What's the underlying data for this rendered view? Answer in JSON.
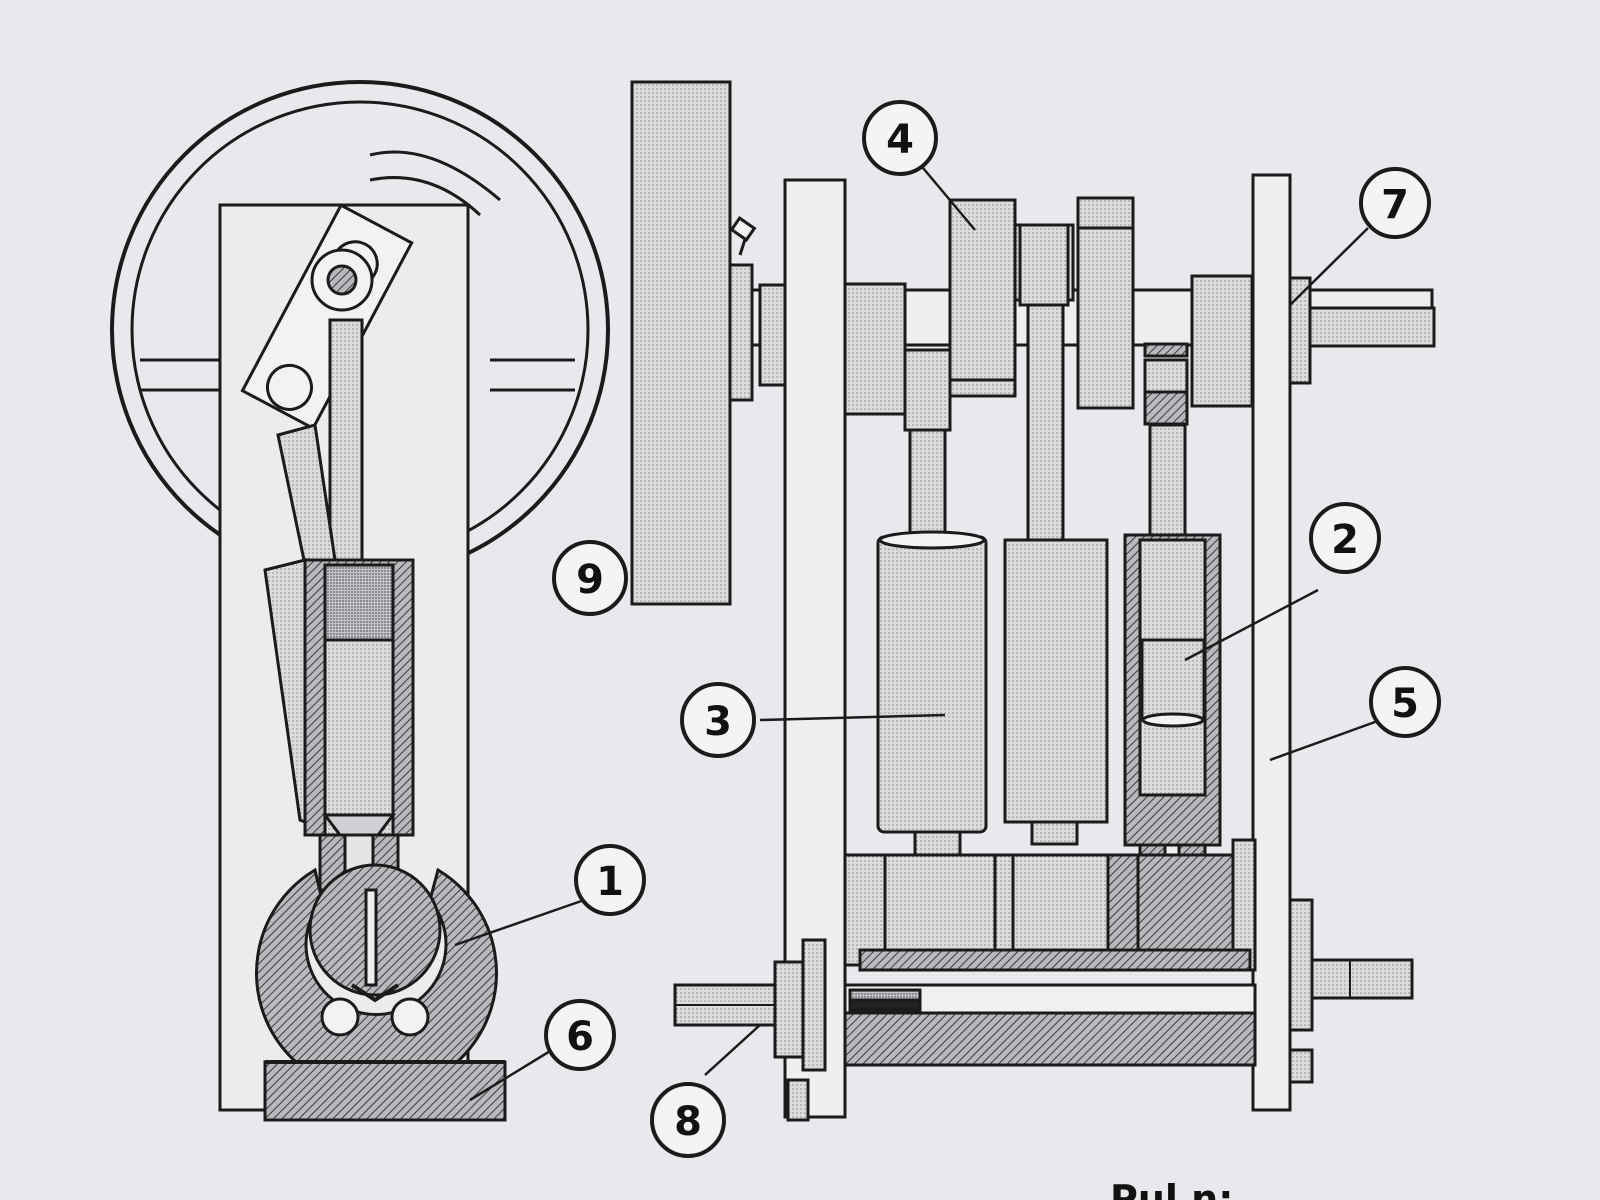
{
  "diagram": {
    "callouts": [
      {
        "id": "1",
        "label": "1"
      },
      {
        "id": "2",
        "label": "2"
      },
      {
        "id": "3",
        "label": "3"
      },
      {
        "id": "4",
        "label": "4"
      },
      {
        "id": "5",
        "label": "5"
      },
      {
        "id": "6",
        "label": "6"
      },
      {
        "id": "7",
        "label": "7"
      },
      {
        "id": "8",
        "label": "8"
      },
      {
        "id": "9",
        "label": "9"
      }
    ],
    "footer_fragment": "Pul n:"
  },
  "colors": {
    "paper": "#e9e9ed",
    "ink": "#1b1b1b",
    "part_fill": "#d6d6d8",
    "part_fill_dark": "#a9a9ad",
    "callout_fill": "#f4f4f6"
  }
}
